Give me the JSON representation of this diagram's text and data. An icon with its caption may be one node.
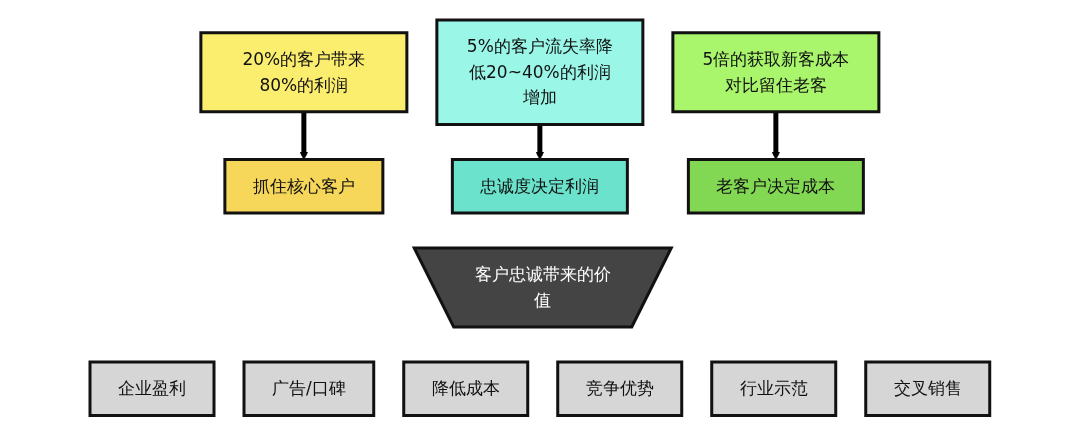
{
  "diagram": {
    "nodes": [
      {
        "text": [
          "20%的客户带来80%的利润"
        ]
      },
      {
        "text": [
          "抓住核心客户"
        ]
      },
      {
        "text": [
          "5%的客户流失率降低20~40%的利润增加"
        ]
      },
      {
        "text": [
          "忠诚度决定利润"
        ]
      },
      {
        "text": [
          "5倍的获取新客成本对比留住老客"
        ]
      },
      {
        "text": [
          "老客户决定成本"
        ]
      },
      {
        "text": [
          "客户忠诚带来的价值"
        ]
      },
      {
        "text": [
          "企业盈利"
        ]
      },
      {
        "text": [
          "广告/口碑"
        ]
      },
      {
        "text": [
          "降低成本"
        ]
      },
      {
        "text": [
          "竞争优势"
        ]
      },
      {
        "text": [
          "行业示范"
        ]
      },
      {
        "text": [
          "交叉销售"
        ]
      }
    ],
    "edges": [
      {
        "from": 0,
        "to": 1,
        "arrow": "to"
      },
      {
        "from": 2,
        "to": 3,
        "arrow": "to"
      },
      {
        "from": 4,
        "to": 5,
        "arrow": "to"
      }
    ]
  }
}
